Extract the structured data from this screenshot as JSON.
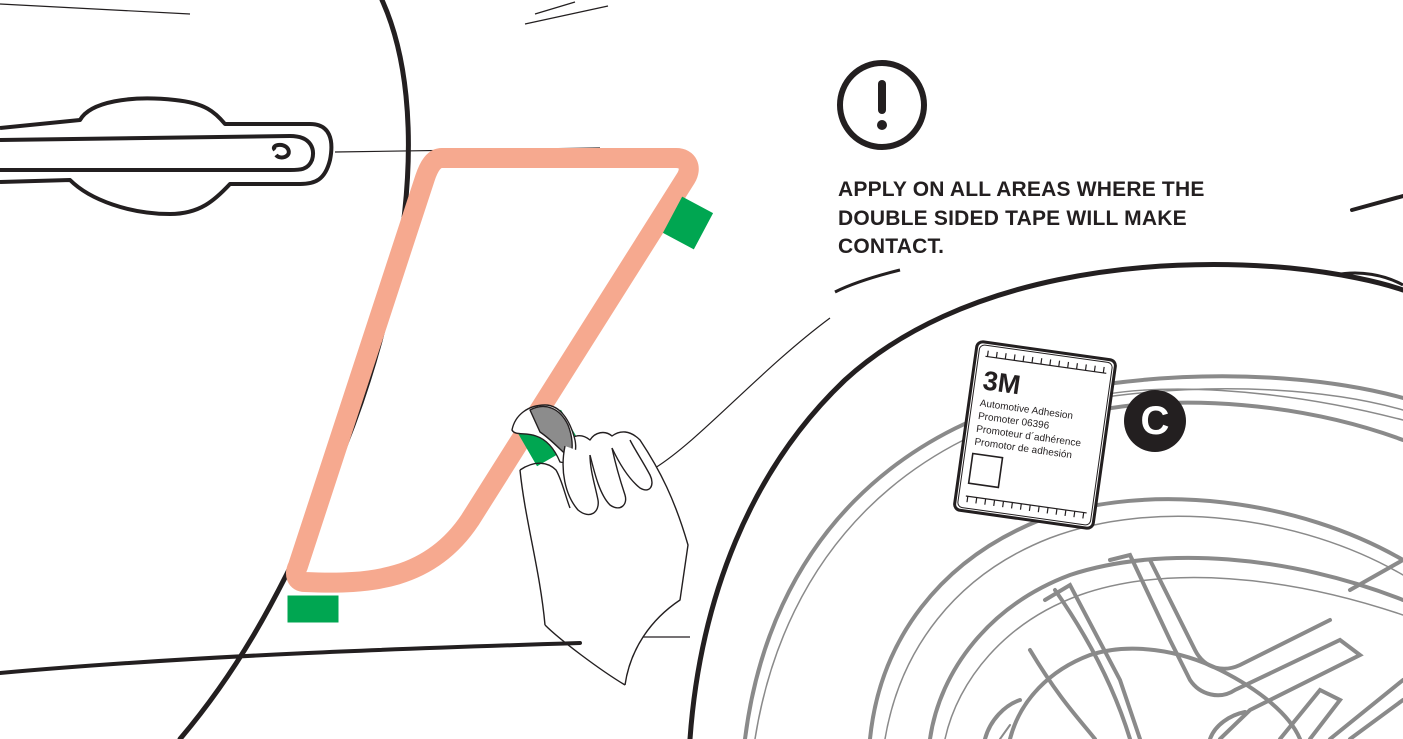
{
  "warning": {
    "icon": "exclamation-circle-icon",
    "lines": [
      "APPLY ON ALL AREAS WHERE THE",
      "DOUBLE SIDED TAPE WILL MAKE",
      "CONTACT."
    ]
  },
  "step": {
    "label": "C"
  },
  "product": {
    "brand": "3M",
    "lines": [
      "Automotive Adhesion",
      "Promoter 06396",
      "Promoteur d´adhérence",
      "Promotor de adhesión"
    ]
  },
  "colors": {
    "ink": "#231f20",
    "outline": "#f6a98f",
    "tape": "#00a651",
    "wheel": "#8a8a8a",
    "badge": "#231f20"
  }
}
